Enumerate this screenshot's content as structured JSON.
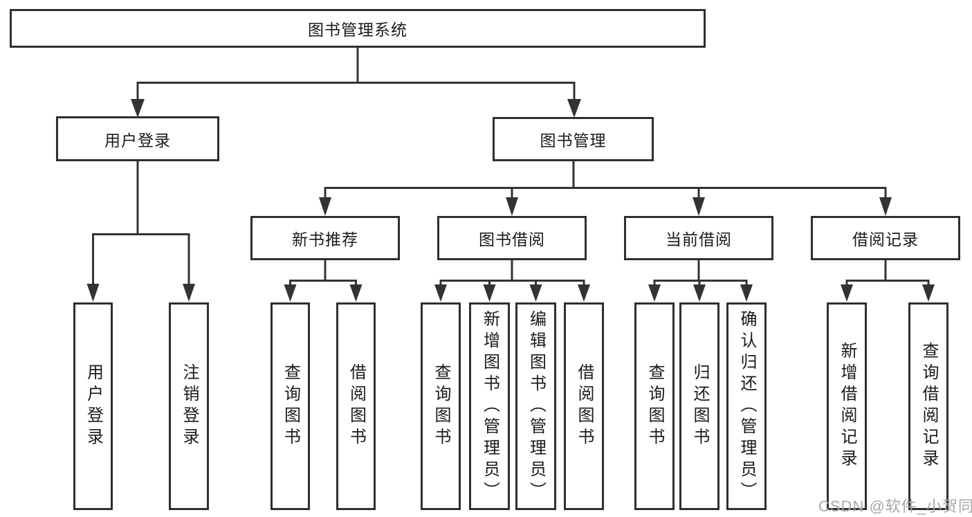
{
  "diagram": {
    "root": {
      "label": "图书管理系统"
    },
    "branches": [
      {
        "label": "用户登录",
        "children": [
          {
            "label": "用户登录"
          },
          {
            "label": "注销登录"
          }
        ]
      },
      {
        "label": "图书管理",
        "children": [
          {
            "label": "新书推荐",
            "children": [
              {
                "label": "查询图书"
              },
              {
                "label": "借阅图书"
              }
            ]
          },
          {
            "label": "图书借阅",
            "children": [
              {
                "label": "查询图书"
              },
              {
                "label": "新增图书（管理员）"
              },
              {
                "label": "编辑图书（管理员）"
              },
              {
                "label": "借阅图书"
              }
            ]
          },
          {
            "label": "当前借阅",
            "children": [
              {
                "label": "查询图书"
              },
              {
                "label": "归还图书"
              },
              {
                "label": "确认归还（管理员）"
              }
            ]
          },
          {
            "label": "借阅记录",
            "children": [
              {
                "label": "新增借阅记录"
              },
              {
                "label": "查询借阅记录"
              }
            ]
          }
        ]
      }
    ]
  },
  "watermark": {
    "text": "CSDN @软件_小贺同学"
  },
  "colors": {
    "line": "#333333",
    "border": "#2f2f2f",
    "text": "#1a1a1a",
    "watermark": "#a8a8a8",
    "background": "#ffffff"
  }
}
